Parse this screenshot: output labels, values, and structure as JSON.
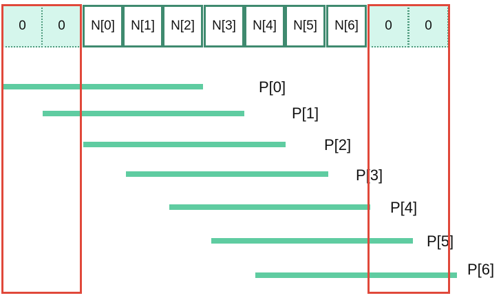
{
  "array": {
    "cells": [
      "0",
      "0",
      "N[0]",
      "N[1]",
      "N[2]",
      "N[3]",
      "N[4]",
      "N[5]",
      "N[6]",
      "0",
      "0"
    ],
    "padding_color": "#d5f6ec",
    "border_color": "#3f8a6f"
  },
  "products": {
    "labels": [
      "P[0]",
      "P[1]",
      "P[2]",
      "P[3]",
      "P[4]",
      "P[5]",
      "P[6]"
    ],
    "bar_color": "#5fcca1"
  },
  "highlight": {
    "color": "#e0483a"
  }
}
